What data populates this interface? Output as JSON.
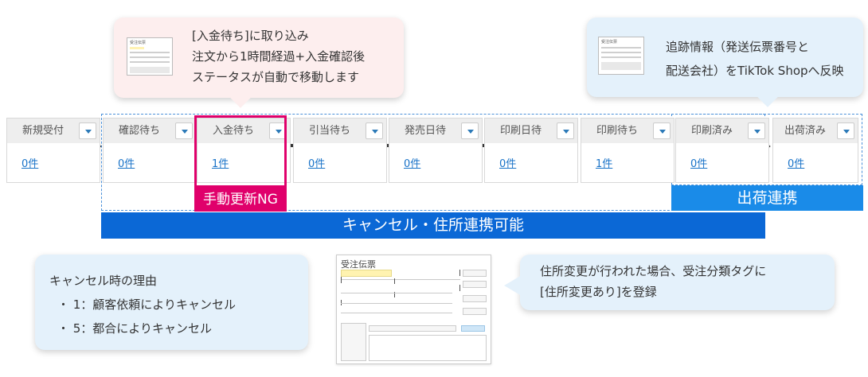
{
  "callout_top": {
    "lines": [
      "[入金待ち]に取り込み",
      "注文から1時間経過+入金確認後",
      "ステータスが自動で移動します"
    ],
    "thumb_title": "受注伝票"
  },
  "callout_right": {
    "lines": [
      "追跡情報（発送伝票番号と",
      "配送会社）をTikTok Shopへ反映"
    ],
    "thumb_title": "受注伝票"
  },
  "statuses": [
    {
      "label": "新規受付",
      "count": "0件"
    },
    {
      "label": "確認待ち",
      "count": "0件"
    },
    {
      "label": "入金待ち",
      "count": "1件"
    },
    {
      "label": "引当待ち",
      "count": "0件"
    },
    {
      "label": "発売日待",
      "count": "0件"
    },
    {
      "label": "印刷日待",
      "count": "0件"
    },
    {
      "label": "印刷待ち",
      "count": "1件"
    },
    {
      "label": "印刷済み",
      "count": "0件"
    },
    {
      "label": "出荷済み",
      "count": "0件"
    }
  ],
  "tags": {
    "manual_ng": "手動更新NG",
    "shipping_link": "出荷連携",
    "cancel_address": "キャンセル・住所連携可能"
  },
  "bottom_left": {
    "title": "キャンセル時の理由",
    "items": [
      "・ 1：顧客依頼によりキャンセル",
      "・ 5：都合によりキャンセル"
    ]
  },
  "form_thumb": {
    "title": "受注伝票"
  },
  "bottom_right": {
    "lines": [
      "住所変更が行われた場合、受注分類タグに",
      "[住所変更あり]を登録"
    ]
  },
  "colors": {
    "accent_pink": "#e0006b",
    "accent_blue": "#0a6fd4",
    "bar_blue": "#0b68d6",
    "light_blue": "#1a8be8",
    "link": "#1a73c8"
  }
}
